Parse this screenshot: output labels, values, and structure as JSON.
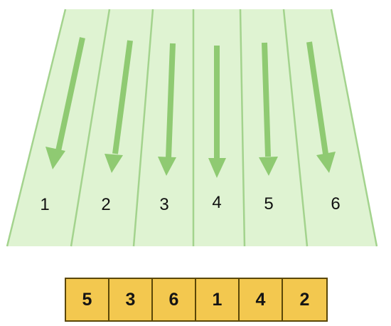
{
  "lanes": [
    {
      "label": "1"
    },
    {
      "label": "2"
    },
    {
      "label": "3"
    },
    {
      "label": "4"
    },
    {
      "label": "5"
    },
    {
      "label": "6"
    }
  ],
  "order": [
    "5",
    "3",
    "6",
    "1",
    "4",
    "2"
  ],
  "colors": {
    "lane_fill": "#dff3d2",
    "lane_line": "#a3d38d",
    "arrow": "#8fca72",
    "cell_fill": "#f3c84f",
    "cell_border": "#5a4708"
  }
}
